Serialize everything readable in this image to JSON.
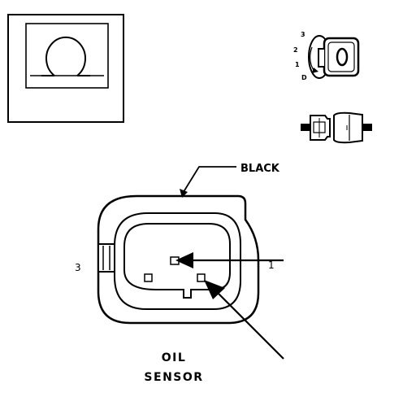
{
  "icons": {
    "ohm_symbol": "ohmmeter-icon",
    "ignition_key": "ignition-key-icon",
    "connector": "connector-icon"
  },
  "ignition_positions": [
    "3",
    "2",
    "1",
    "D"
  ],
  "connector": {
    "wire_color": "BLACK",
    "pin_left": "3",
    "pin_right": "1",
    "title_line1": "OIL",
    "title_line2": "SENSOR"
  }
}
